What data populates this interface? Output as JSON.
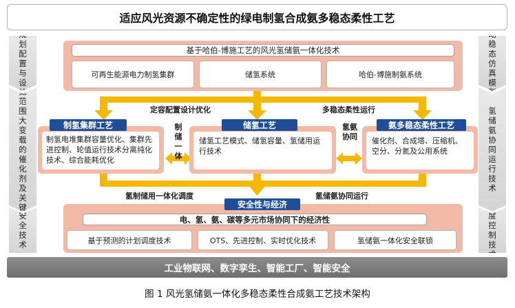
{
  "title": "适应风光资源不确定性的绿电制氢合成氨多稳态柔性工艺",
  "left_column": [
    "规划配置与设计",
    "适应宽范围大变载的催化剂及关键设备",
    "安全技术"
  ],
  "right_column": [
    "动稳态仿真模型",
    "氢储氨协同运行技术",
    "调度控制技术"
  ],
  "top_panel": {
    "header": "基于哈伯-博施工艺的风光氢储氨一体化技术",
    "boxes": [
      "可再生能源电力制氢集群",
      "储氢系统",
      "哈伯-博施制氨系统"
    ]
  },
  "arrow_labels": {
    "top_left": "定容配置设计优化",
    "top_right": "多稳态柔性运行",
    "mid_left": "制储一体",
    "mid_right": "氢氨协同",
    "bottom_left": "氢制储用一体化调度",
    "bottom_right": "氢储氨协同运行"
  },
  "processes": [
    {
      "tab": "制氢集群工艺",
      "text": "制氢电堆集群容量优化、集群先进控制、轮值运行技术分离纯化技术、综合能耗优化"
    },
    {
      "tab": "储氢工艺",
      "text": "储氢工艺模式、储氢容量、氢储用运行技术"
    },
    {
      "tab": "氨多稳态柔性工艺",
      "text": "催化剂、合成塔、压缩机、空分、分氮及公用系统"
    }
  ],
  "bottom_panel": {
    "tab": "安全性与经济",
    "header": "电、氢、氨、碳等多元市场协同下的经济性",
    "boxes": [
      "基于预测的计划调度技术",
      "OTS、先进控制、实时优化技术",
      "氢储氨一体化安全联锁"
    ]
  },
  "footer_bar": "工业物联网、数字孪生、智能工厂、智能安全",
  "caption": "图 1  风光氢储氨一体化多稳态柔性合成氨工艺技术架构",
  "colors": {
    "salmon": "#f2b9a7",
    "arrow": "#f5b800",
    "tab_blue": "#1f4e98",
    "chevron_gray": "#d9d9d9"
  }
}
